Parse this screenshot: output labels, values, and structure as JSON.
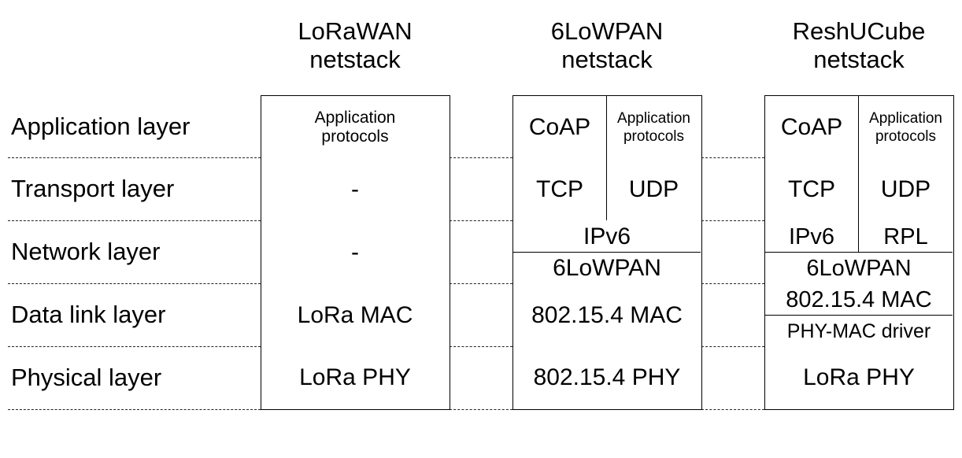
{
  "columns": {
    "lorawan": {
      "title_line1": "LoRaWAN",
      "title_line2": "netstack"
    },
    "sixlowpan": {
      "title_line1": "6LoWPAN",
      "title_line2": "netstack"
    },
    "reshucube": {
      "title_line1": "ReshUCube",
      "title_line2": "netstack"
    }
  },
  "layers": [
    "Application layer",
    "Transport layer",
    "Network layer",
    "Data link layer",
    "Physical layer"
  ],
  "lorawan": {
    "application": "Application protocols",
    "application_line1": "Application",
    "application_line2": "protocols",
    "transport": "-",
    "network": "-",
    "datalink": "LoRa MAC",
    "physical": "LoRa PHY"
  },
  "sixlowpan": {
    "coap": "CoAP",
    "app_line1": "Application",
    "app_line2": "protocols",
    "tcp": "TCP",
    "udp": "UDP",
    "ipv6": "IPv6",
    "sixlowpan": "6LoWPAN",
    "mac": "802.15.4 MAC",
    "phy": "802.15.4 PHY"
  },
  "reshucube": {
    "coap": "CoAP",
    "app_line1": "Application",
    "app_line2": "protocols",
    "tcp": "TCP",
    "udp": "UDP",
    "ipv6": "IPv6",
    "rpl": "RPL",
    "sixlowpan": "6LoWPAN",
    "mac": "802.15.4 MAC",
    "driver": "PHY-MAC driver",
    "phy": "LoRa PHY"
  }
}
